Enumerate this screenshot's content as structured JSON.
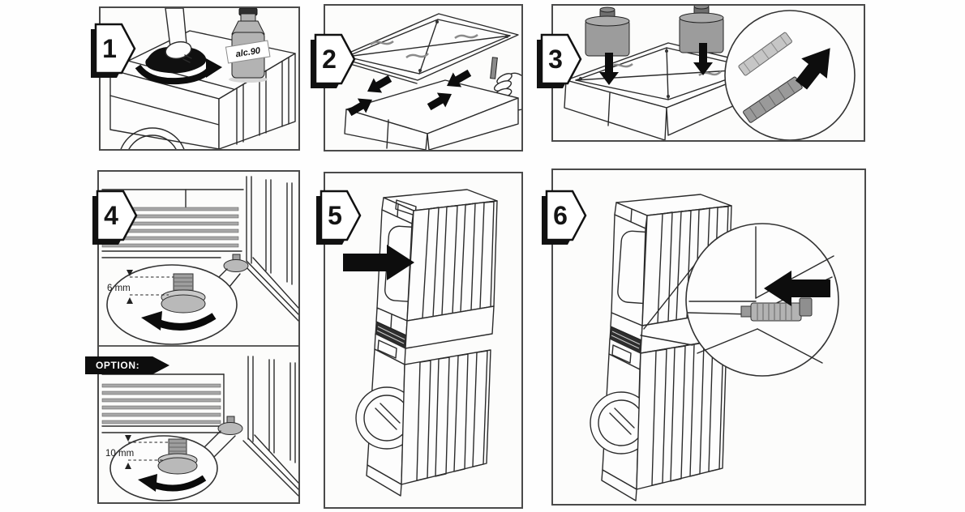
{
  "colors": {
    "line_art": "#2b2b2b",
    "arrow_black": "#0d0d0d",
    "metal_gray": "#9c9c9c",
    "foot_gray": "#b9b9b9",
    "panel_border": "#4a4a4a"
  },
  "panels": [
    {
      "step": "1",
      "bottle_label": "alc.90"
    },
    {
      "step": "2"
    },
    {
      "step": "3"
    },
    {
      "step": "4",
      "upper_measure": "6 mm",
      "lower_measure": "10 mm",
      "option_label": "OPTION:"
    },
    {
      "step": "5"
    },
    {
      "step": "6"
    }
  ]
}
